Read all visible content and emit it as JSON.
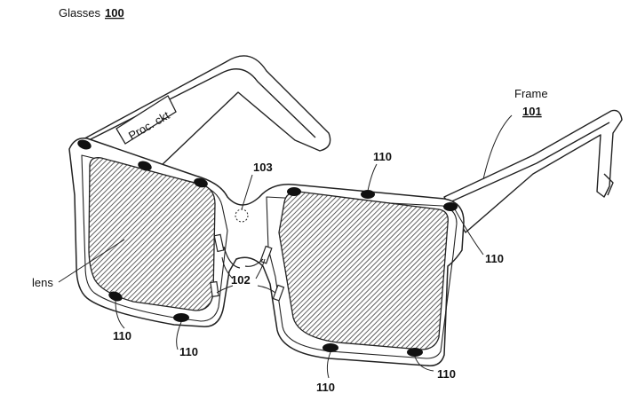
{
  "figure": {
    "title_text": "Glasses",
    "title_ref": "100",
    "frame_text": "Frame",
    "frame_ref": "101",
    "proc_label": "Proc. ckt",
    "sensor_ref": "103",
    "hinge_ref": "102",
    "lens_label": "lens",
    "electrode_ref": "110"
  },
  "colors": {
    "line": "#222222",
    "electrode": "#111111",
    "hatch": "#444444"
  }
}
